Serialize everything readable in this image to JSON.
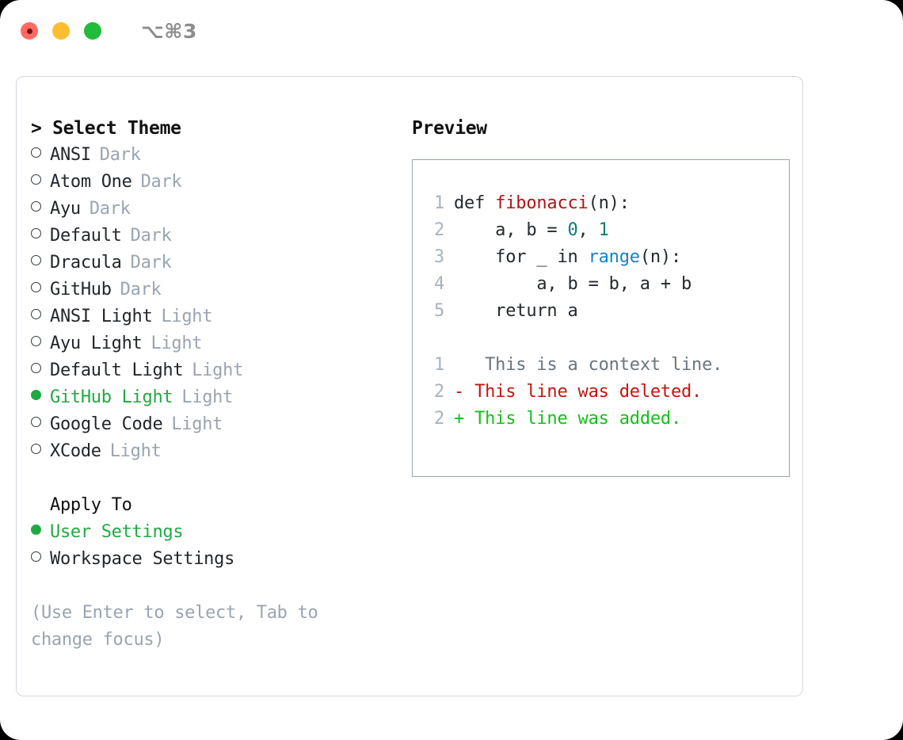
{
  "titlebar": {
    "shortcut": "⌥⌘3",
    "buttons": [
      {
        "name": "close",
        "color": "#ff6a62"
      },
      {
        "name": "minimize",
        "color": "#fdbd2e"
      },
      {
        "name": "maximize",
        "color": "#22bb3b"
      }
    ]
  },
  "theme_picker": {
    "header": "> Select Theme",
    "options": [
      {
        "label": "ANSI",
        "tag": "Dark",
        "selected": false
      },
      {
        "label": "Atom One",
        "tag": "Dark",
        "selected": false
      },
      {
        "label": "Ayu",
        "tag": "Dark",
        "selected": false
      },
      {
        "label": "Default",
        "tag": "Dark",
        "selected": false
      },
      {
        "label": "Dracula",
        "tag": "Dark",
        "selected": false
      },
      {
        "label": "GitHub",
        "tag": "Dark",
        "selected": false
      },
      {
        "label": "ANSI Light",
        "tag": "Light",
        "selected": false
      },
      {
        "label": "Ayu Light",
        "tag": "Light",
        "selected": false
      },
      {
        "label": "Default Light",
        "tag": "Light",
        "selected": false
      },
      {
        "label": "GitHub Light",
        "tag": "Light",
        "selected": true
      },
      {
        "label": "Google Code",
        "tag": "Light",
        "selected": false
      },
      {
        "label": "XCode",
        "tag": "Light",
        "selected": false
      }
    ]
  },
  "apply_to": {
    "header": "Apply To",
    "options": [
      {
        "label": "User Settings",
        "selected": true
      },
      {
        "label": "Workspace Settings",
        "selected": false
      }
    ]
  },
  "hint": "(Use Enter to select, Tab to change focus)",
  "preview": {
    "header": "Preview",
    "code_lines": [
      {
        "number": "1",
        "segments": [
          {
            "text": "def ",
            "style": "plain"
          },
          {
            "text": "fibonacci",
            "style": "fn"
          },
          {
            "text": "(n):",
            "style": "plain"
          }
        ]
      },
      {
        "number": "2",
        "segments": [
          {
            "text": "    a, b = ",
            "style": "plain"
          },
          {
            "text": "0",
            "style": "num"
          },
          {
            "text": ", ",
            "style": "plain"
          },
          {
            "text": "1",
            "style": "num"
          }
        ]
      },
      {
        "number": "3",
        "segments": [
          {
            "text": "    for _ in ",
            "style": "plain"
          },
          {
            "text": "range",
            "style": "call"
          },
          {
            "text": "(n):",
            "style": "plain"
          }
        ]
      },
      {
        "number": "4",
        "segments": [
          {
            "text": "        a, b = b, a + b",
            "style": "plain"
          }
        ]
      },
      {
        "number": "5",
        "segments": [
          {
            "text": "    return a",
            "style": "plain"
          }
        ]
      }
    ],
    "diff_lines": [
      {
        "number": "1",
        "marker": " ",
        "text": "  This is a context line.",
        "style": "ctx"
      },
      {
        "number": "2",
        "marker": "-",
        "text": " This line was deleted.",
        "style": "del"
      },
      {
        "number": "2",
        "marker": "+",
        "text": " This line was added.",
        "style": "add"
      }
    ]
  },
  "colors": {
    "accent_green": "#1faa43",
    "muted": "#9aa4b0",
    "line_number": "#a8b2bd",
    "panel_border": "#d2d7de",
    "preview_border": "#99a5b3",
    "fn_red": "#b21515",
    "num_teal": "#0a7d77",
    "call_blue": "#1184c4",
    "diff_del": "#c3150f",
    "diff_add": "#14c014"
  }
}
